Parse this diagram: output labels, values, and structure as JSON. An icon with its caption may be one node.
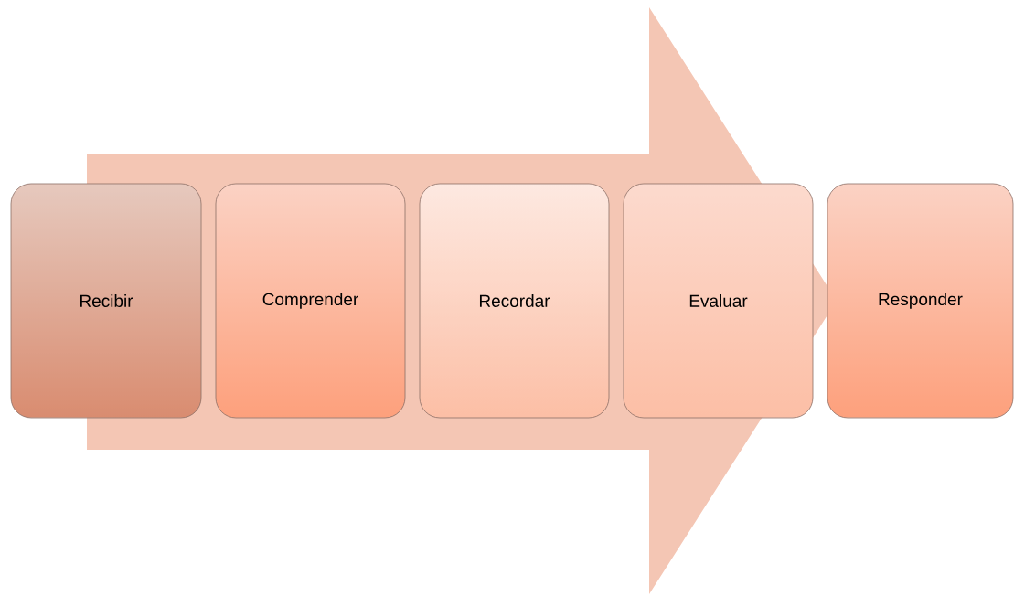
{
  "diagram": {
    "nodes": [
      {
        "text": [
          "Recibir"
        ]
      },
      {
        "text": [
          "Comprender"
        ]
      },
      {
        "text": [
          "Recordar"
        ]
      },
      {
        "text": [
          "Evaluar"
        ]
      },
      {
        "text": [
          "Responder"
        ]
      }
    ],
    "edges": [
      {
        "from": 0,
        "to": 4,
        "arrow": "to"
      }
    ]
  }
}
